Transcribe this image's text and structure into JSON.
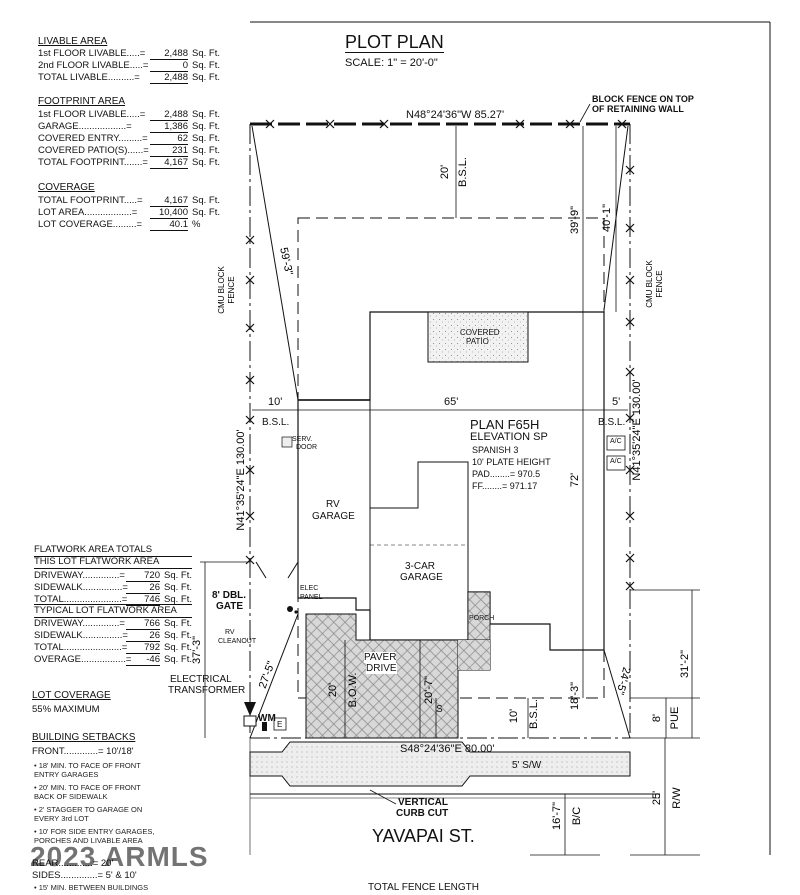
{
  "title": "PLOT PLAN",
  "scale": "SCALE: 1\" = 20'-0\"",
  "livable_area": {
    "header": "LIVABLE AREA",
    "rows": [
      {
        "label": "1st FLOOR LIVABLE.....=",
        "value": "2,488",
        "unit": "Sq. Ft."
      },
      {
        "label": "2nd FLOOR LIVABLE.....=",
        "value": "0",
        "unit": "Sq. Ft."
      },
      {
        "label": "TOTAL LIVABLE..........=",
        "value": "2,488",
        "unit": "Sq. Ft."
      }
    ]
  },
  "footprint_area": {
    "header": "FOOTPRINT AREA",
    "rows": [
      {
        "label": "1st FLOOR LIVABLE.....=",
        "value": "2,488",
        "unit": "Sq. Ft."
      },
      {
        "label": "GARAGE..................=",
        "value": "1,386",
        "unit": "Sq. Ft."
      },
      {
        "label": "COVERED ENTRY.........=",
        "value": "62",
        "unit": "Sq. Ft."
      },
      {
        "label": "COVERED PATIO(S)......=",
        "value": "231",
        "unit": "Sq. Ft."
      },
      {
        "label": "TOTAL FOOTPRINT.......=",
        "value": "4,167",
        "unit": "Sq. Ft."
      }
    ]
  },
  "coverage": {
    "header": "COVERAGE",
    "rows": [
      {
        "label": "TOTAL FOOTPRINT.....=",
        "value": "4,167",
        "unit": "Sq. Ft."
      },
      {
        "label": "LOT AREA..................=",
        "value": "10,400",
        "unit": "Sq. Ft."
      },
      {
        "label": "LOT COVERAGE.........=",
        "value": "40.1",
        "unit": "%"
      }
    ]
  },
  "flatwork": {
    "header": "FLATWORK AREA TOTALS",
    "this_lot_header": "THIS LOT FLATWORK AREA",
    "this_lot": [
      {
        "label": "DRIVEWAY..............=",
        "value": "720",
        "unit": "Sq. Ft."
      },
      {
        "label": "SIDEWALK...............=",
        "value": "26",
        "unit": "Sq. Ft."
      },
      {
        "label": "TOTAL......................=",
        "value": "746",
        "unit": "Sq. Ft."
      }
    ],
    "typical_header": "TYPICAL LOT FLATWORK AREA",
    "typical": [
      {
        "label": "DRIVEWAY..............=",
        "value": "766",
        "unit": "Sq. Ft."
      },
      {
        "label": "SIDEWALK...............=",
        "value": "26",
        "unit": "Sq. Ft."
      },
      {
        "label": "TOTAL......................=",
        "value": "792",
        "unit": "Sq. Ft."
      },
      {
        "label": "OVERAGE.................=",
        "value": "-46",
        "unit": "Sq. Ft."
      }
    ]
  },
  "lot_coverage": {
    "header": "LOT COVERAGE",
    "value": "55% MAXIMUM"
  },
  "setbacks": {
    "header": "BUILDING SETBACKS",
    "front": "FRONT.............= 10'/18'",
    "notes": [
      "• 18' MIN. TO FACE OF FRONT",
      "  ENTRY GARAGES",
      "• 20' MIN. TO FACE OF FRONT",
      "  BACK OF SIDEWALK",
      "• 2' STAGGER TO GARAGE ON",
      "  EVERY 3rd LOT",
      "• 10' FOR SIDE ENTRY GARAGES,",
      "  PORCHES AND LIVABLE AREA"
    ],
    "rear": "REAR.............= 20'",
    "sides": "SIDES..............= 5' & 10'",
    "bottom_note": "• 15' MIN. BETWEEN BUILDINGS"
  },
  "plan": {
    "top_bearing": "N48°24'36\"W  85.27'",
    "bottom_bearing": "S48°24'36\"E  80.00'",
    "left_bearing": "N41°35'24\"E  130.00'",
    "right_bearing": "N41°35'24\"E  130.00'",
    "block_fence": "BLOCK FENCE ON TOP",
    "block_fence2": "OF RETAINING WALL",
    "cmu_left": "CMU BLOCK",
    "cmu_left2": "FENCE",
    "cmu_right": "CMU BLOCK",
    "cmu_right2": "FENCE",
    "rear_bsl": "20'",
    "bsl": "B.S.L.",
    "dim_39_9": "39'-9\"",
    "dim_40_1": "40'-1\"",
    "dim_59_3": "59'-3\"",
    "dim_10": "10'",
    "dim_65": "65'",
    "dim_5": "5'",
    "dim_72": "72'",
    "covered": "COVERED",
    "patio": "PATIO",
    "plan_name": "PLAN F65H",
    "elevation": "ELEVATION SP",
    "spanish": "SPANISH 3",
    "plate": "10' PLATE HEIGHT",
    "pad": "PAD........= 970.5",
    "ff": "FF........= 971.17",
    "serv": "SERV.",
    "door": "DOOR",
    "ac": "A/C",
    "rv": "RV",
    "garage": "GARAGE",
    "three_car": "3-CAR",
    "porch": "PORCH",
    "elec": "ELEC",
    "panel": "PANEL",
    "dbl_gate": "8' DBL.",
    "gate": "GATE",
    "rv_clean": "RV",
    "cleanout": "CLEANOUT",
    "paver": "PAVER",
    "drive": "DRIVE",
    "dim_37_3": "37'-3\"",
    "dim_27_5": "27'-5\"",
    "dim_20": "20'",
    "bow": "B.O.W.",
    "dim_20_7": "20'-7\"",
    "s": "S",
    "dim_10b": "10'",
    "dim_18_3": "18'-3\"",
    "dim_24_5": "24'-5\"",
    "dim_31_2": "31'-2\"",
    "dim_8": "8'",
    "pue": "PUE",
    "elec_tr": "ELECTRICAL",
    "transformer": "TRANSFORMER",
    "wm": "WM",
    "e": "E",
    "sw": "5' S/W",
    "vertical": "VERTICAL",
    "curb": "CURB CUT",
    "dim_25": "25'",
    "rw": "R/W",
    "street": "YAVAPAI ST.",
    "dim_16_7": "16'-7\"",
    "bc": "B/C",
    "fence_len": "TOTAL FENCE LENGTH"
  },
  "watermark": "2023 ARMLS"
}
